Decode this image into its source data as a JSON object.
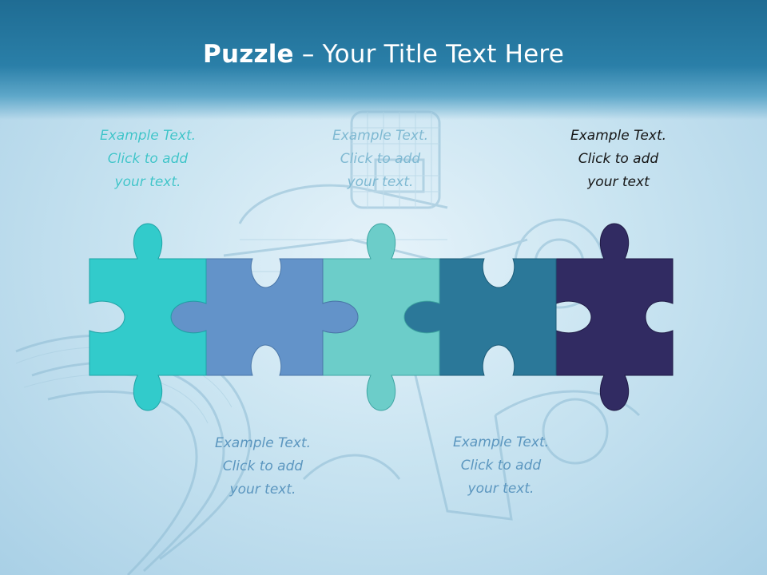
{
  "title": {
    "bold": "Puzzle",
    "rest": " – Your Title Text Here"
  },
  "captions": [
    {
      "text": "Example Text.\nClick  to add\nyour text."
    },
    {
      "text": "Example Text.\nClick  to add\nyour text."
    },
    {
      "text": "Example Text.\nClick  to add\nyour text."
    },
    {
      "text": "Example Text.\nClick  to add\nyour text."
    },
    {
      "text": "Example Text.\nClick  to add\nyour text"
    }
  ],
  "colors": {
    "header": "#2a7fa8",
    "piece1": "#32cbcb",
    "piece2": "#6393c9",
    "piece3": "#6ccdc9",
    "piece4": "#2b7899",
    "piece5": "#312b62"
  }
}
